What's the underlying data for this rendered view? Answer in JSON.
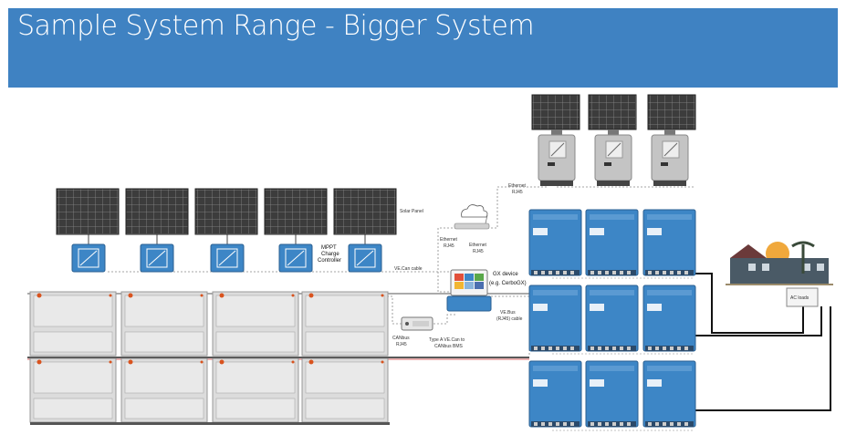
{
  "header": {
    "title": "Sample System Range - Bigger System"
  },
  "labels": {
    "solar_panel": "Solar Panel",
    "mppt_line1": "MPPT",
    "mppt_line2": "Charge",
    "mppt_line3": "Controller",
    "ve_can": "VE.Can cable",
    "gx_line1": "GX device",
    "gx_line2": "(e.g. CerboGX)",
    "ethernet_top_1": "Ethernet",
    "ethernet_top_2": "RJ45",
    "ethernet_left_1": "Ethernet",
    "ethernet_left_2": "RJ45",
    "ethernet_right_1": "Ethernet",
    "ethernet_right_2": "RJ45",
    "vebus_1": "VE.Bus",
    "vebus_2": "(RJ45) cable",
    "canbus_1": "CANbus",
    "canbus_2": "RJ45",
    "type_cable_1": "Type A VE.Can to",
    "type_cable_2": "CANbus BMS",
    "ac_loads": "AC loads"
  },
  "colors": {
    "header": "#3f82c2",
    "inverter_blue": "#3d86c6",
    "panel_dark": "#3a3a3a",
    "battery_grey": "#d9d9d9",
    "pv_inverter_grey": "#bdbdbd"
  }
}
